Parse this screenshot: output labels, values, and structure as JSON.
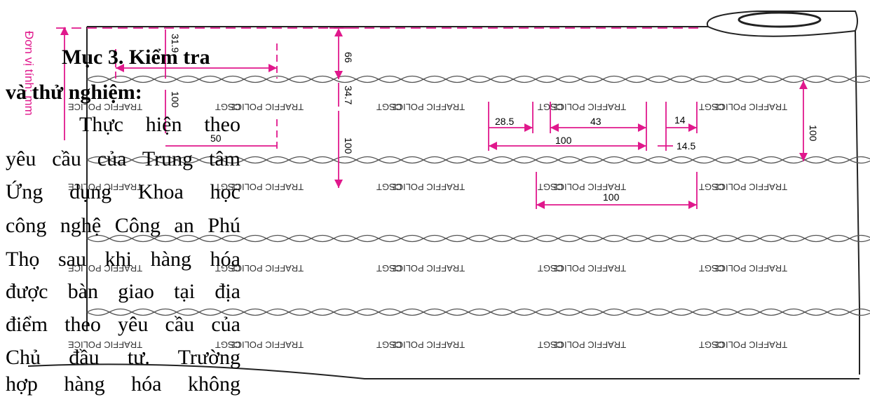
{
  "unit_label": "Đơn vị tính: mm",
  "heading": {
    "line1": "Mục 3. Kiểm tra",
    "line2": "và thử nghiệm:"
  },
  "paragraph_lines": [
    "Thực hiện theo",
    "yêu cầu của Trung tâm",
    "Ứng dụng Khoa học",
    "công nghệ Công an Phú",
    "Thọ sau khi hàng hóa",
    "được bàn giao tại địa",
    "điểm theo yêu cầu của",
    "Chủ đầu tư. Trường",
    "hợp hàng hóa không"
  ],
  "tape_text": {
    "csgt": "CSGT",
    "traffic_police": "TRAFFIC POLICE"
  },
  "dimensions": {
    "top_band": "66",
    "gap": "34.7",
    "stripe": "100",
    "left_top": "31.9",
    "left_width": "100",
    "left_gap": "50",
    "right_stripe": "100",
    "csgt_width": "28.5",
    "police_width": "43",
    "gap_14": "14",
    "gap_14_5": "14.5",
    "repeat_a": "100",
    "repeat_b": "100"
  },
  "colors": {
    "dimension": "#e0188c",
    "text": "#000000"
  }
}
